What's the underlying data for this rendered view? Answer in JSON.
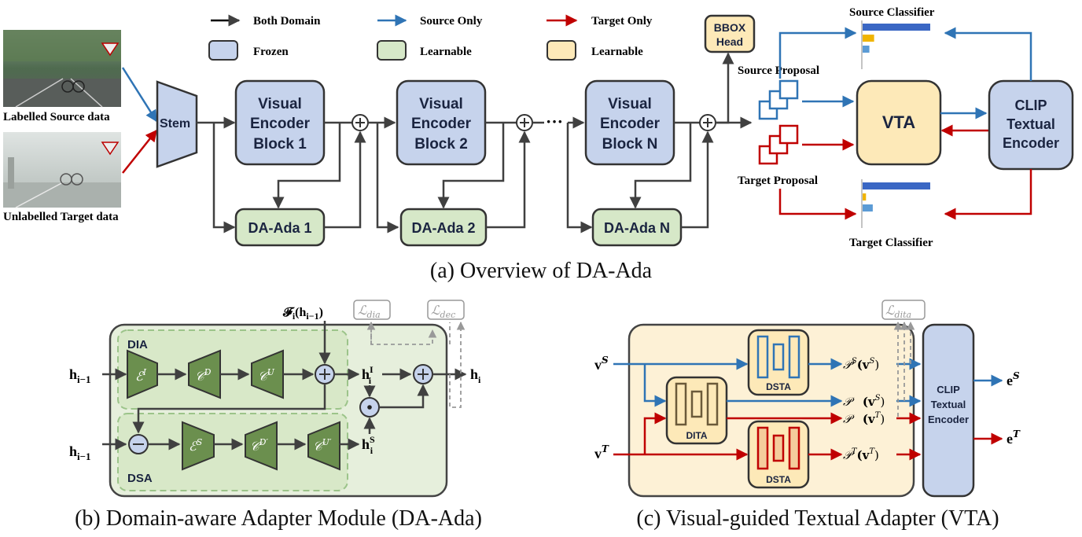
{
  "legend": {
    "both_domain": "Both Domain",
    "source_only": "Source Only",
    "target_only": "Target Only",
    "frozen": "Frozen",
    "learnable_green": "Learnable",
    "learnable_yellow": "Learnable"
  },
  "overview": {
    "labelled_source": "Labelled Source data",
    "unlabelled_target": "Unlabelled Target data",
    "stem": "Stem",
    "encoder_lines": {
      "b1": [
        "Visual",
        "Encoder",
        "Block 1"
      ],
      "b2": [
        "Visual",
        "Encoder",
        "Block 2"
      ],
      "bn": [
        "Visual",
        "Encoder",
        "Block N"
      ]
    },
    "ada1": "DA-Ada 1",
    "ada2": "DA-Ada 2",
    "adan": "DA-Ada N",
    "ellipsis": "···",
    "bbox_head": [
      "BBOX",
      "Head"
    ],
    "source_proposal": "Source Proposal",
    "target_proposal": "Target Proposal",
    "vta": "VTA",
    "clip_encoder": [
      "CLIP",
      "Textual",
      "Encoder"
    ],
    "source_classifier": "Source Classifier",
    "target_classifier": "Target Classifier",
    "caption": "(a)  Overview of DA-Ada"
  },
  "module_b": {
    "input_top": "h",
    "input_top_sub": "i−1",
    "input_bottom": "h",
    "input_bottom_sub": "i−1",
    "dia": "DIA",
    "dsa": "DSA",
    "f_label": "𝓕",
    "f_sub": "i",
    "f_arg": "(h",
    "f_arg_sub": "i−1",
    "f_close": ")",
    "loss_dia": "ℒ",
    "loss_dia_sub": "dia",
    "loss_dec": "ℒ",
    "loss_dec_sub": "dec",
    "enc_i": "ℰ",
    "enc_i_sup": "I",
    "cd": "𝒞",
    "cd_sup": "D",
    "cu": "𝒞",
    "cu_sup": "U",
    "enc_s": "ℰ",
    "enc_s_sup": "S",
    "cd2": "𝒞",
    "cd2_sup": "D′",
    "cu2": "𝒞",
    "cu2_sup": "U′",
    "hi_inv": "h",
    "hi_inv_sup": "I",
    "hi_inv_sub": "i",
    "hi_s": "h",
    "hi_s_sup": "S",
    "hi_s_sub": "i",
    "output": "h",
    "output_sub": "i",
    "caption": "(b)  Domain-aware Adapter Module (DA-Ada)"
  },
  "module_c": {
    "vs": "v",
    "vs_sup": "S",
    "vt": "v",
    "vt_sup": "T",
    "dita": "DITA",
    "dsta_top": "DSTA",
    "dsta_bottom": "DSTA",
    "loss": "ℒ",
    "loss_sub": "dita",
    "p_s": "𝒫",
    "p_s_sup": "S",
    "p_s_arg": "(v",
    "p_s_arg_sup": "S",
    "p_mid1": "𝒫",
    "p_mid1_arg": "(v",
    "p_mid1_sup": "S",
    "p_mid2": "𝒫",
    "p_mid2_arg": "(v",
    "p_mid2_sup": "T",
    "p_t": "𝒫",
    "p_t_sup": "T",
    "p_t_arg": "(v",
    "p_t_arg_sup": "T",
    "close": ")",
    "clip_encoder": [
      "CLIP",
      "Textual",
      "Encoder"
    ],
    "es": "e",
    "es_sup": "S",
    "et": "e",
    "et_sup": "T",
    "caption": "(c)  Visual-guided Textual Adapter (VTA)"
  },
  "colors": {
    "frozen": "#c6d3ec",
    "learnable_green": "#d6e8c8",
    "learnable_yellow": "#fde9b8",
    "source_blue": "#2f74b5",
    "target_red": "#c00000",
    "dark": "#404040",
    "trapezoid_green": "#6b8f4e"
  },
  "classifier_bars": {
    "source": [
      1.0,
      0.17,
      0.1
    ],
    "target": [
      1.0,
      0.05,
      0.15
    ]
  }
}
